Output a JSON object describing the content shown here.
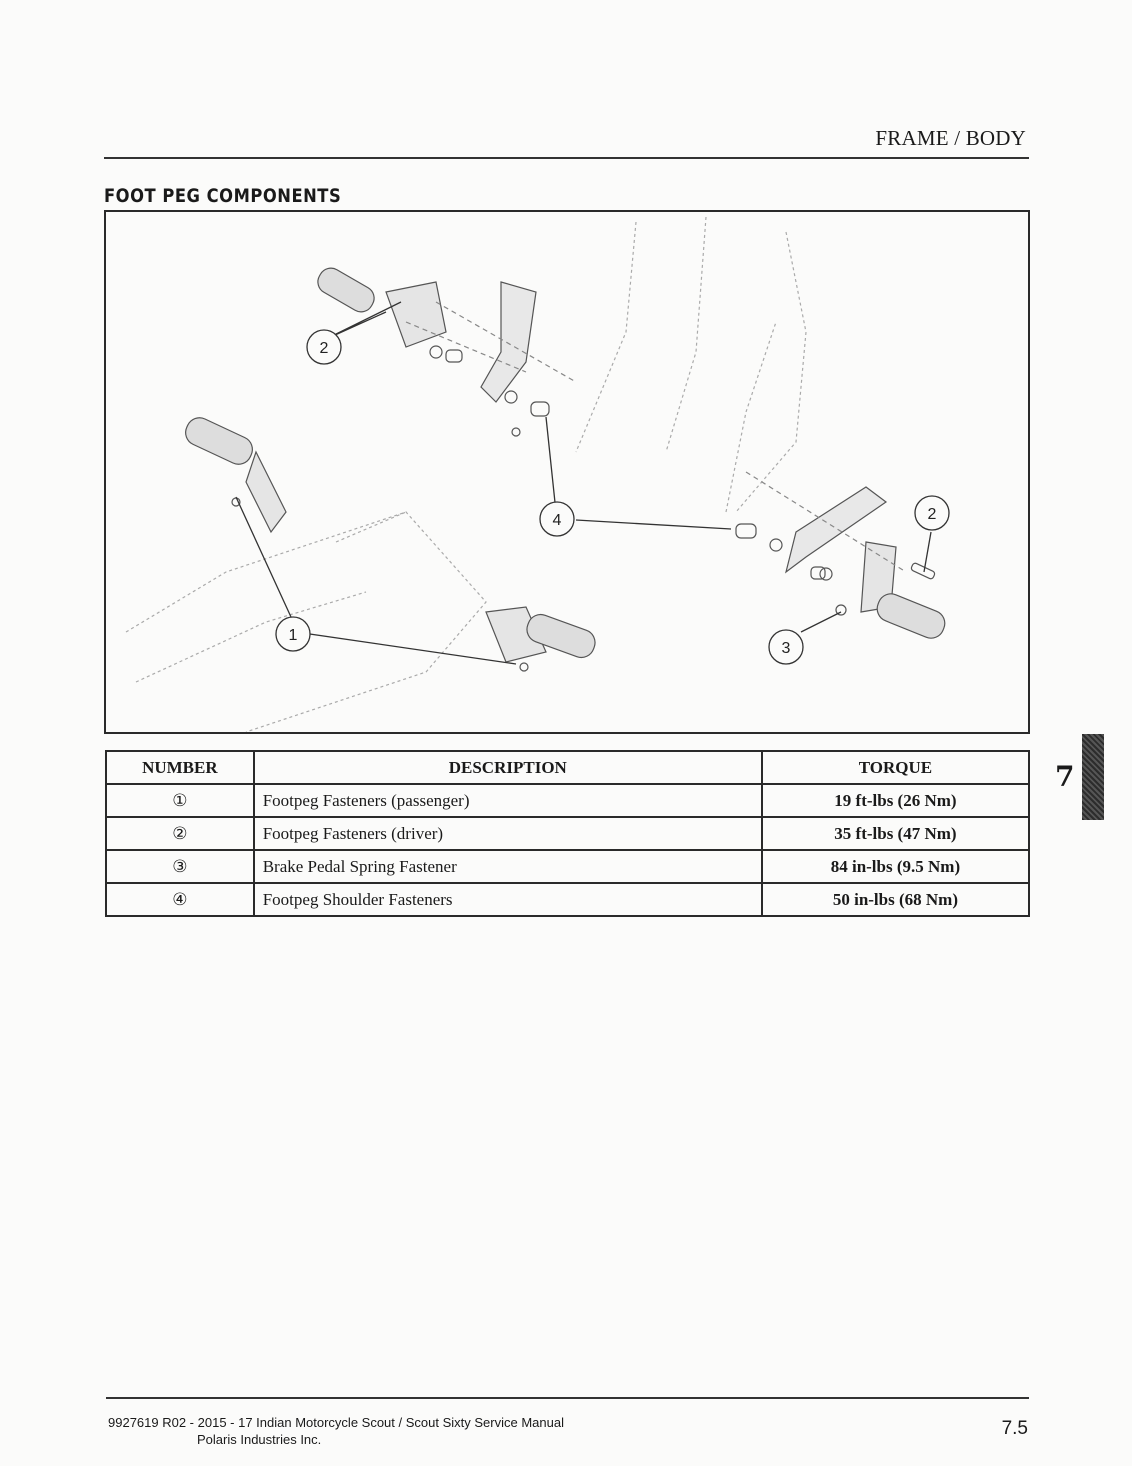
{
  "header": {
    "title": "FRAME / BODY"
  },
  "section": {
    "title": "FOOT PEG COMPONENTS"
  },
  "figure": {
    "callouts": [
      "1",
      "2",
      "2",
      "3",
      "4"
    ]
  },
  "table": {
    "headers": [
      "NUMBER",
      "DESCRIPTION",
      "TORQUE"
    ],
    "rows": [
      {
        "number": "①",
        "description": "Footpeg Fasteners (passenger)",
        "torque": "19 ft-lbs (26 Nm)"
      },
      {
        "number": "②",
        "description": "Footpeg Fasteners (driver)",
        "torque": "35 ft-lbs (47 Nm)"
      },
      {
        "number": "③",
        "description": "Brake Pedal Spring Fastener",
        "torque": "84 in-lbs (9.5 Nm)"
      },
      {
        "number": "④",
        "description": "Footpeg Shoulder Fasteners",
        "torque": "50 in-lbs (68 Nm)"
      }
    ]
  },
  "side": {
    "chapter_number": "7"
  },
  "footer": {
    "manual": "9927619 R02 - 2015 - 17 Indian Motorcycle Scout / Scout Sixty Service Manual",
    "company": "Polaris Industries Inc.",
    "page_number": "7.5"
  }
}
